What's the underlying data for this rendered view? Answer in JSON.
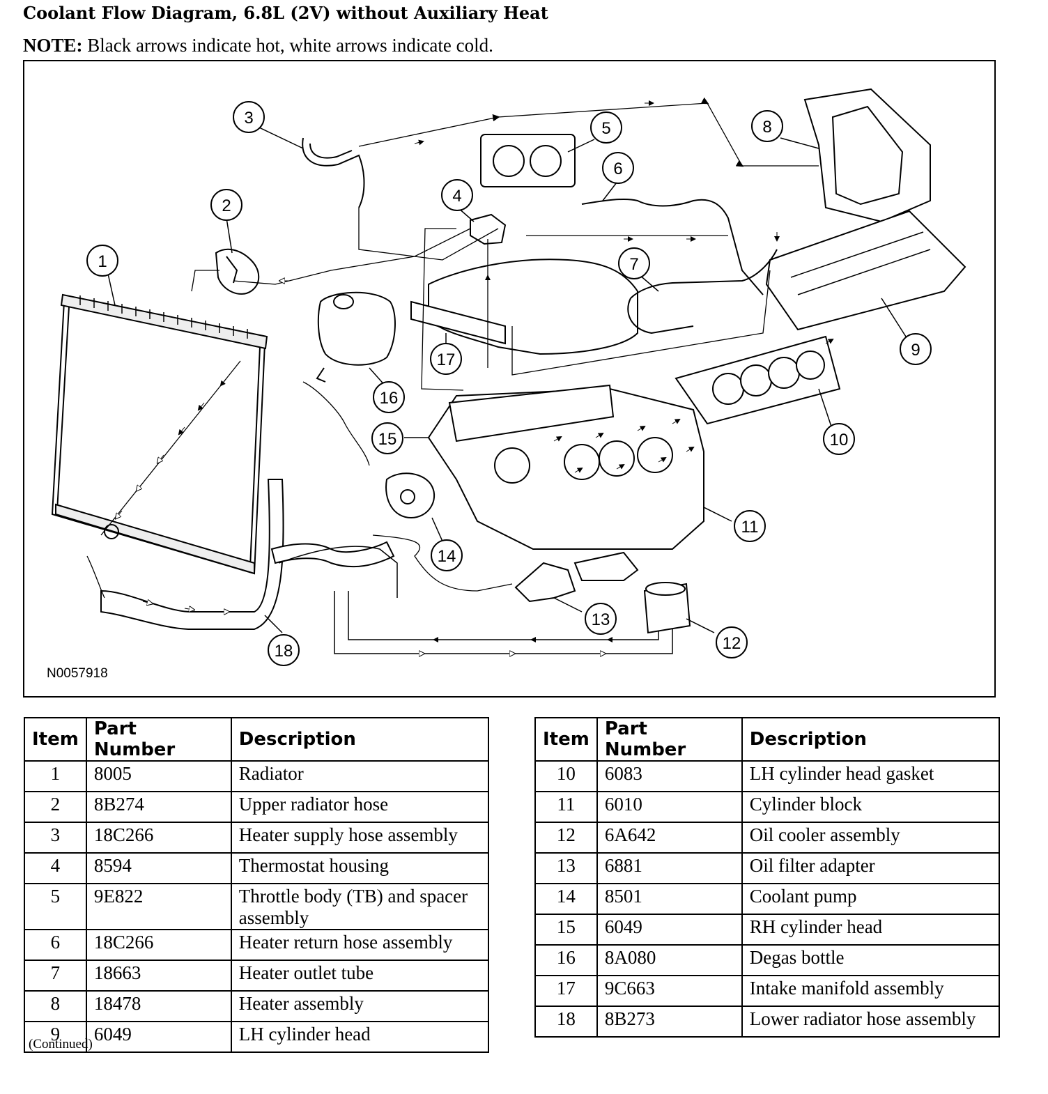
{
  "header": {
    "title": "Coolant Flow Diagram, 6.8L (2V) without Auxiliary Heat",
    "note_label": "NOTE:",
    "note_text": " Black arrows indicate hot, white arrows indicate cold."
  },
  "diagram": {
    "figure_id": "N0057918",
    "callouts": [
      "1",
      "2",
      "3",
      "4",
      "5",
      "6",
      "7",
      "8",
      "9",
      "10",
      "11",
      "12",
      "13",
      "14",
      "15",
      "16",
      "17",
      "18"
    ]
  },
  "table": {
    "headers": [
      "Item",
      "Part Number",
      "Description"
    ],
    "left_rows": [
      {
        "item": "1",
        "part": "8005",
        "desc": "Radiator"
      },
      {
        "item": "2",
        "part": "8B274",
        "desc": "Upper radiator hose"
      },
      {
        "item": "3",
        "part": "18C266",
        "desc": "Heater supply hose assembly"
      },
      {
        "item": "4",
        "part": "8594",
        "desc": "Thermostat housing"
      },
      {
        "item": "5",
        "part": "9E822",
        "desc": "Throttle body (TB) and spacer assembly"
      },
      {
        "item": "6",
        "part": "18C266",
        "desc": "Heater return hose assembly"
      },
      {
        "item": "7",
        "part": "18663",
        "desc": "Heater outlet tube"
      },
      {
        "item": "8",
        "part": "18478",
        "desc": "Heater assembly"
      },
      {
        "item": "9",
        "part": "6049",
        "desc": "LH cylinder head"
      }
    ],
    "right_rows": [
      {
        "item": "10",
        "part": "6083",
        "desc": "LH cylinder head gasket"
      },
      {
        "item": "11",
        "part": "6010",
        "desc": "Cylinder block"
      },
      {
        "item": "12",
        "part": "6A642",
        "desc": "Oil cooler assembly"
      },
      {
        "item": "13",
        "part": "6881",
        "desc": "Oil filter adapter"
      },
      {
        "item": "14",
        "part": "8501",
        "desc": "Coolant pump"
      },
      {
        "item": "15",
        "part": "6049",
        "desc": "RH cylinder head"
      },
      {
        "item": "16",
        "part": "8A080",
        "desc": "Degas bottle"
      },
      {
        "item": "17",
        "part": "9C663",
        "desc": "Intake manifold assembly"
      },
      {
        "item": "18",
        "part": "8B273",
        "desc": "Lower radiator hose assembly"
      }
    ]
  },
  "footer": {
    "continued": "(Continued)"
  }
}
